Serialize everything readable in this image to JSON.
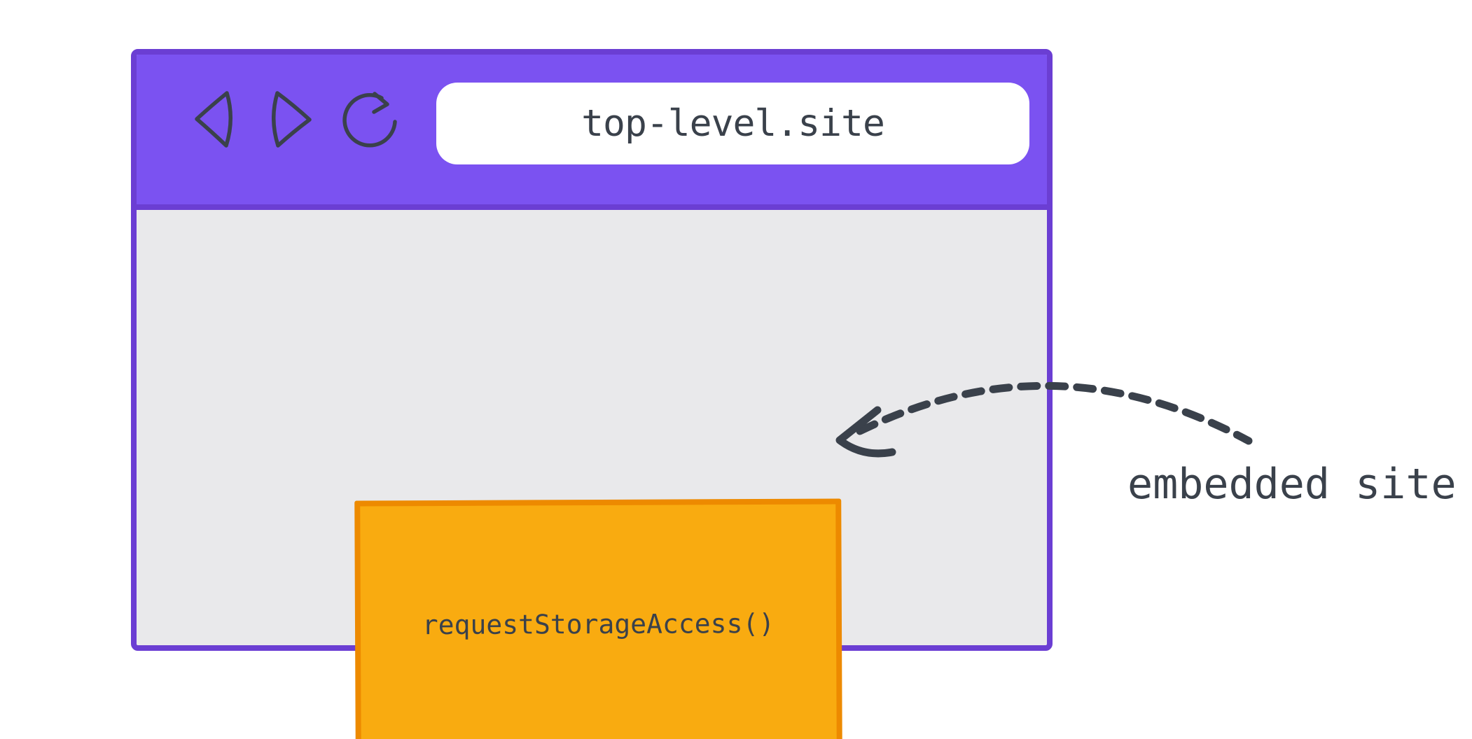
{
  "browser": {
    "url": "top-level.site",
    "toolbar_icons": [
      "back-icon",
      "forward-icon",
      "reload-icon"
    ]
  },
  "embedded_frame": {
    "label": "requestStorageAccess()"
  },
  "annotation": {
    "label": "embedded site",
    "arrow": "dashed-curved-arrow-pointing-left-at-embedded-frame"
  },
  "colors": {
    "canvas_background": "#FFFFFF",
    "browser_chrome": "#7B52F1",
    "browser_border": "#6B3ED3",
    "page_background": "#E9E9EB",
    "address_bar_fill": "#FFFFFF",
    "frame_fill": "#F9AB10",
    "frame_border": "#ED8A00",
    "ink": "#3A414B"
  }
}
